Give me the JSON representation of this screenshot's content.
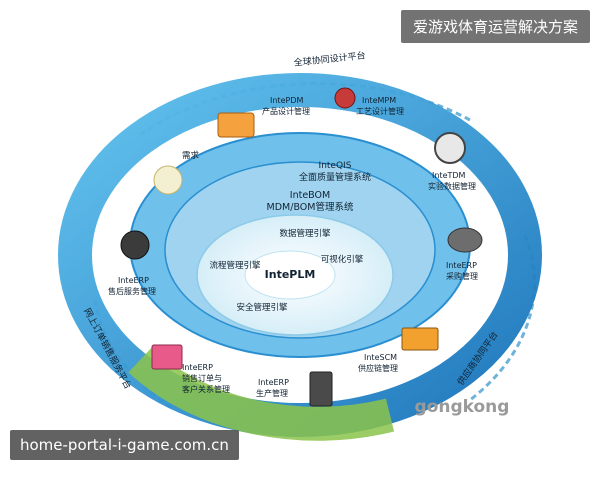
{
  "overlay": {
    "banner_text": "爱游戏体育运营解决方案",
    "footer_text": "home-portal-i-game.com.cn"
  },
  "diagram": {
    "outer_arcs": {
      "top": "全球协同设计平台",
      "right": "供应商协同平台",
      "left": "网上订单销售服务平台"
    },
    "nodes": [
      {
        "name": "需求",
        "lines": [
          "需求"
        ]
      },
      {
        "name": "inte-pdm",
        "lines": [
          "IntePDM",
          "产品设计管理"
        ]
      },
      {
        "name": "inte-mpm",
        "lines": [
          "InteMPM",
          "工艺设计管理"
        ]
      },
      {
        "name": "inte-tdm",
        "lines": [
          "InteTDM",
          "实验数据管理"
        ]
      },
      {
        "name": "inte-erp-purchase",
        "lines": [
          "InteERP",
          "采购管理"
        ]
      },
      {
        "name": "inte-scm",
        "lines": [
          "InteSCM",
          "供应链管理"
        ]
      },
      {
        "name": "inte-erp-production",
        "lines": [
          "InteERP",
          "生产管理"
        ]
      },
      {
        "name": "inte-erp-sales",
        "lines": [
          "InteERP",
          "销售订单与",
          "客户关系管理"
        ]
      },
      {
        "name": "inte-erp-service",
        "lines": [
          "InteERP",
          "售后服务管理"
        ]
      }
    ],
    "rings": {
      "qis_title": "InteQIS",
      "qis_sub": "全面质量管理系统",
      "bom_title": "InteBOM",
      "bom_sub": "MDM/BOM管理系统"
    },
    "engines": {
      "data": "数据管理引擎",
      "flow": "流程管理引擎",
      "visual": "可视化引擎",
      "security": "安全管理引擎",
      "center": "IntePLM"
    },
    "watermark": "gongkong"
  },
  "colors": {
    "ring_outer": "#2a8fd0",
    "ring_light": "#9fd3ef",
    "core_fill": "#e7f6fc",
    "green_band": "#8bc34a",
    "accent_dark": "#0d5fa3"
  }
}
